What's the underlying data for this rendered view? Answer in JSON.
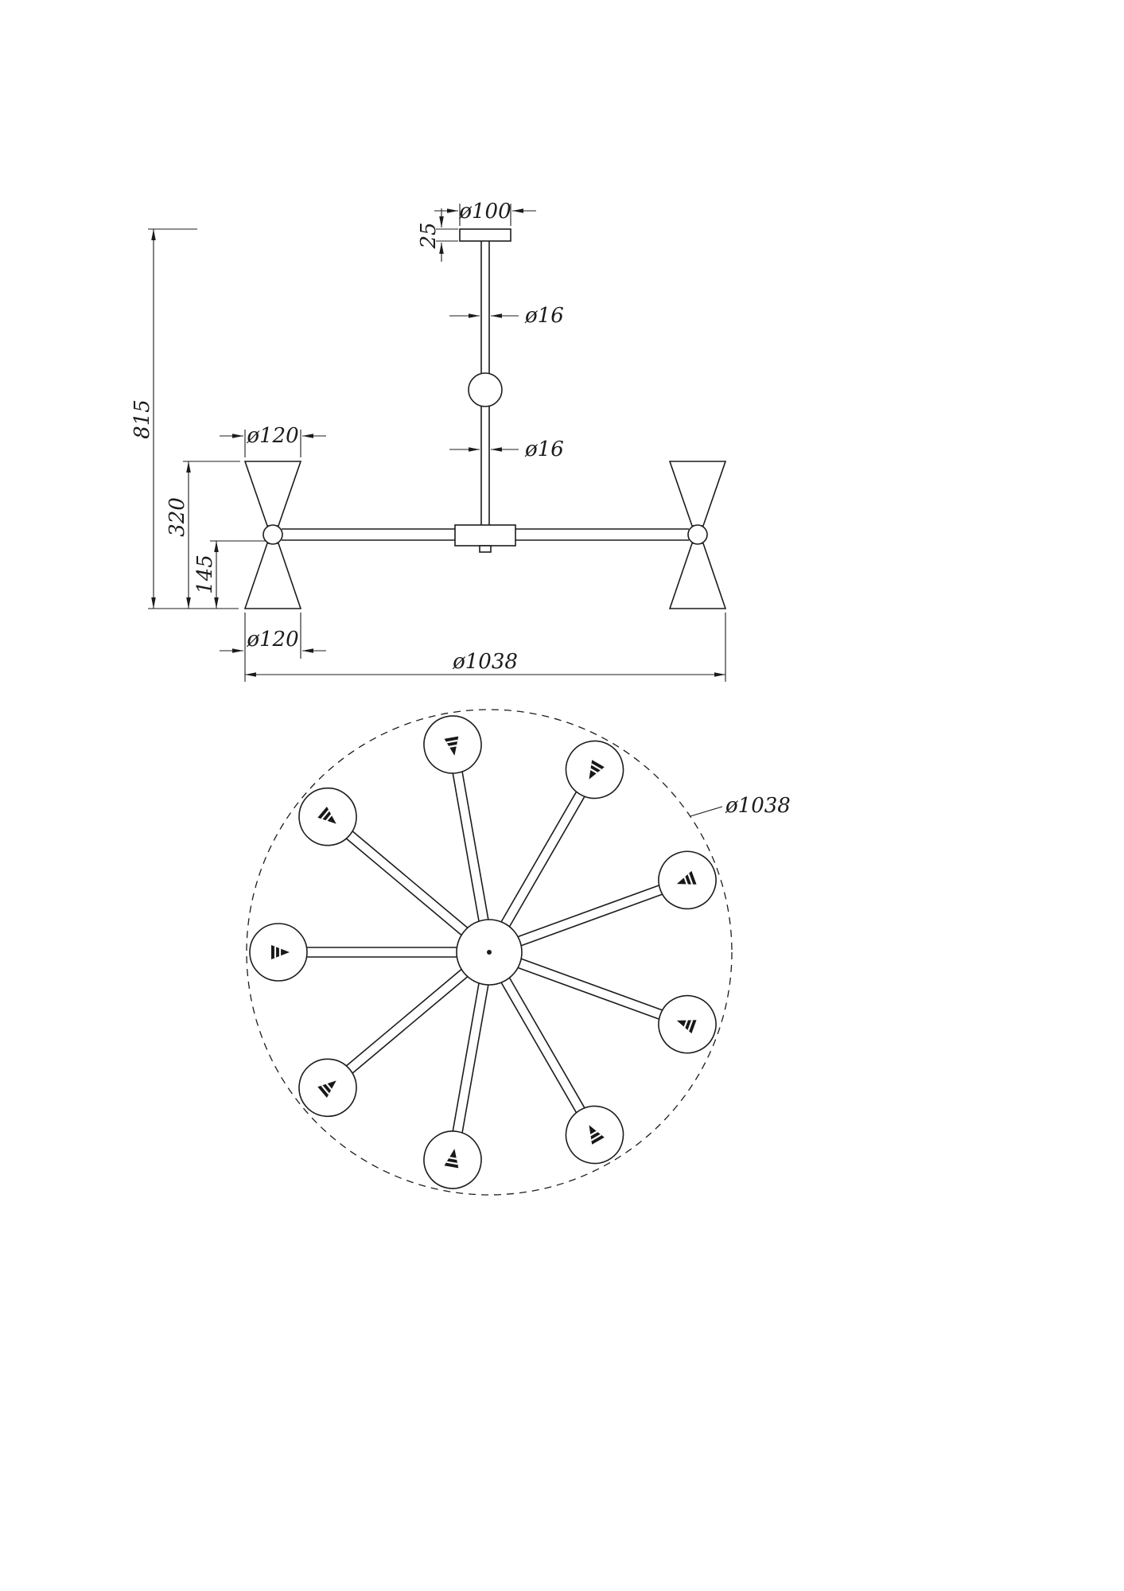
{
  "elevation": {
    "canopy_diameter": "ø100",
    "canopy_height": "25",
    "stem_diameter_upper": "ø16",
    "stem_diameter_lower": "ø16",
    "overall_height": "815",
    "shade_top_diameter": "ø120",
    "shade_assembly_height": "320",
    "shade_lower_height": "145",
    "shade_bottom_diameter": "ø120",
    "overall_diameter": "ø1038"
  },
  "plan": {
    "overall_diameter": "ø1038",
    "arm_count": "9"
  },
  "colors": {
    "line": "#1c1c1c",
    "background": "#ffffff"
  }
}
